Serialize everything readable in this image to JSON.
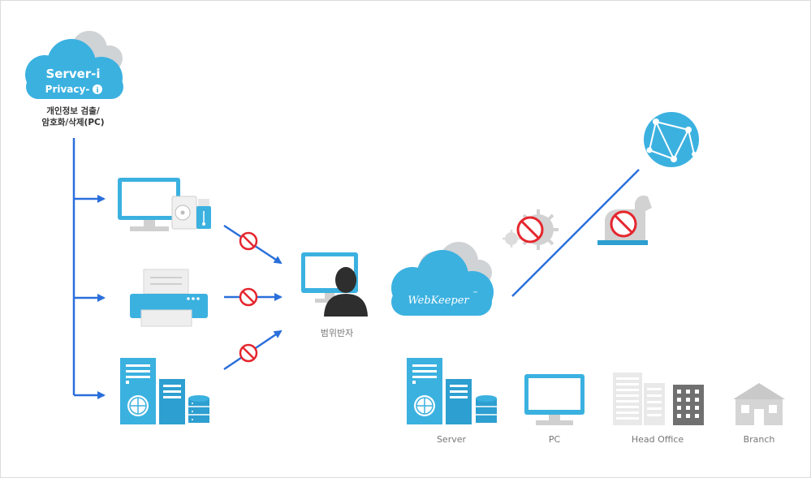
{
  "server_i": {
    "title_line1": "Server-i",
    "title_line2": "Privacy-",
    "info_glyph": "i",
    "desc_line1": "개인정보 검출/",
    "desc_line2": "암호화/삭제(PC)"
  },
  "webkeeper": {
    "brand": "WebKeeper",
    "trademark": "™"
  },
  "offender": {
    "label": "범위반자"
  },
  "legend": {
    "server": "Server",
    "pc": "PC",
    "head_office": "Head Office",
    "branch": "Branch"
  },
  "colors": {
    "blue": "#3bb1e0",
    "dark_blue": "#2d9fd0",
    "arrow": "#2a6fdb",
    "block_red": "#e5262e",
    "gray": "#c8c8c8"
  }
}
